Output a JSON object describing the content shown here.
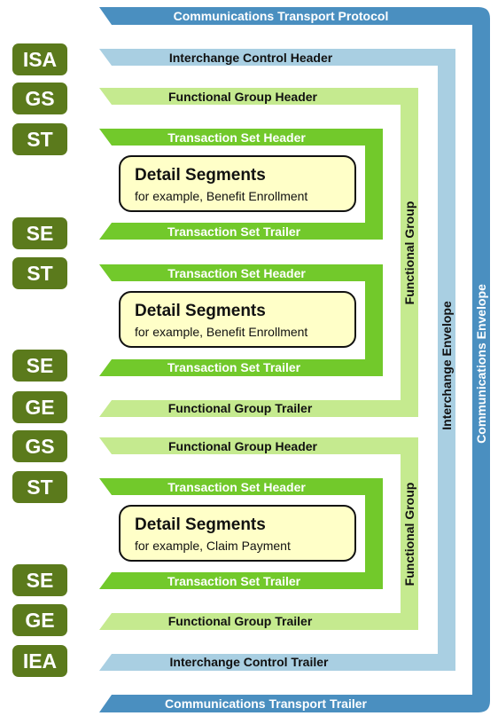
{
  "colors": {
    "communications": "#4a8fc0",
    "interchange": "#a9cfe2",
    "functional_group": "#c5ea8f",
    "transaction_set": "#72c92b",
    "badge": "#5b7a1c",
    "detail_fill": "#ffffc8"
  },
  "communications": {
    "header": "Communications Transport Protocol",
    "trailer": "Communications Transport Trailer",
    "envelope_label": "Communications Envelope"
  },
  "interchange": {
    "header": "Interchange Control Header",
    "trailer": "Interchange Control Trailer",
    "envelope_label": "Interchange Envelope"
  },
  "functional_groups": [
    {
      "header": "Functional Group Header",
      "trailer": "Functional Group Trailer",
      "label": "Functional Group"
    },
    {
      "header": "Functional Group Header",
      "trailer": "Functional Group Trailer",
      "label": "Functional Group"
    }
  ],
  "transaction_sets": [
    {
      "header": "Transaction Set Header",
      "trailer": "Transaction Set Trailer",
      "detail_title": "Detail Segments",
      "detail_sub": "for example, Benefit Enrollment"
    },
    {
      "header": "Transaction Set Header",
      "trailer": "Transaction Set Trailer",
      "detail_title": "Detail Segments",
      "detail_sub": "for example, Benefit Enrollment"
    },
    {
      "header": "Transaction Set Header",
      "trailer": "Transaction Set Trailer",
      "detail_title": "Detail Segments",
      "detail_sub": "for example, Claim Payment"
    }
  ],
  "badges": [
    "ISA",
    "GS",
    "ST",
    "SE",
    "ST",
    "SE",
    "GE",
    "GS",
    "ST",
    "SE",
    "GE",
    "IEA"
  ]
}
